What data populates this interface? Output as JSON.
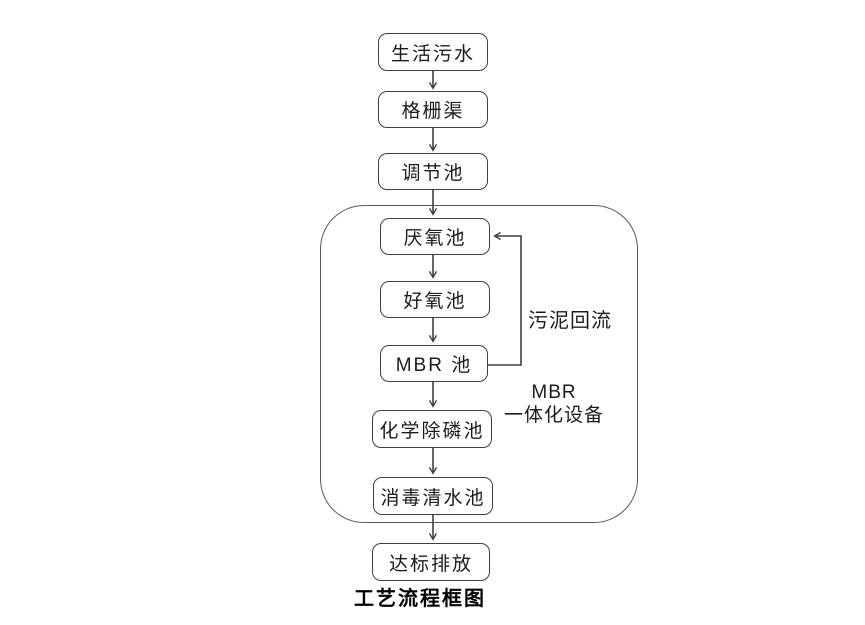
{
  "colors": {
    "line": "#3f3f3f",
    "container-line": "#595959",
    "text": "#1c1c1c",
    "bg": "#ffffff"
  },
  "diagram": {
    "caption": "工艺流程框图",
    "nodes": [
      {
        "label": "生活污水"
      },
      {
        "label": "格栅渠"
      },
      {
        "label": "调节池"
      },
      {
        "label": "厌氧池"
      },
      {
        "label": "好氧池"
      },
      {
        "label": "MBR 池"
      },
      {
        "label": "化学除磷池"
      },
      {
        "label": "消毒清水池"
      },
      {
        "label": "达标排放"
      }
    ],
    "labels": {
      "sludge_return": "污泥回流",
      "container_line1": "MBR",
      "container_line2": "一体化设备"
    }
  }
}
